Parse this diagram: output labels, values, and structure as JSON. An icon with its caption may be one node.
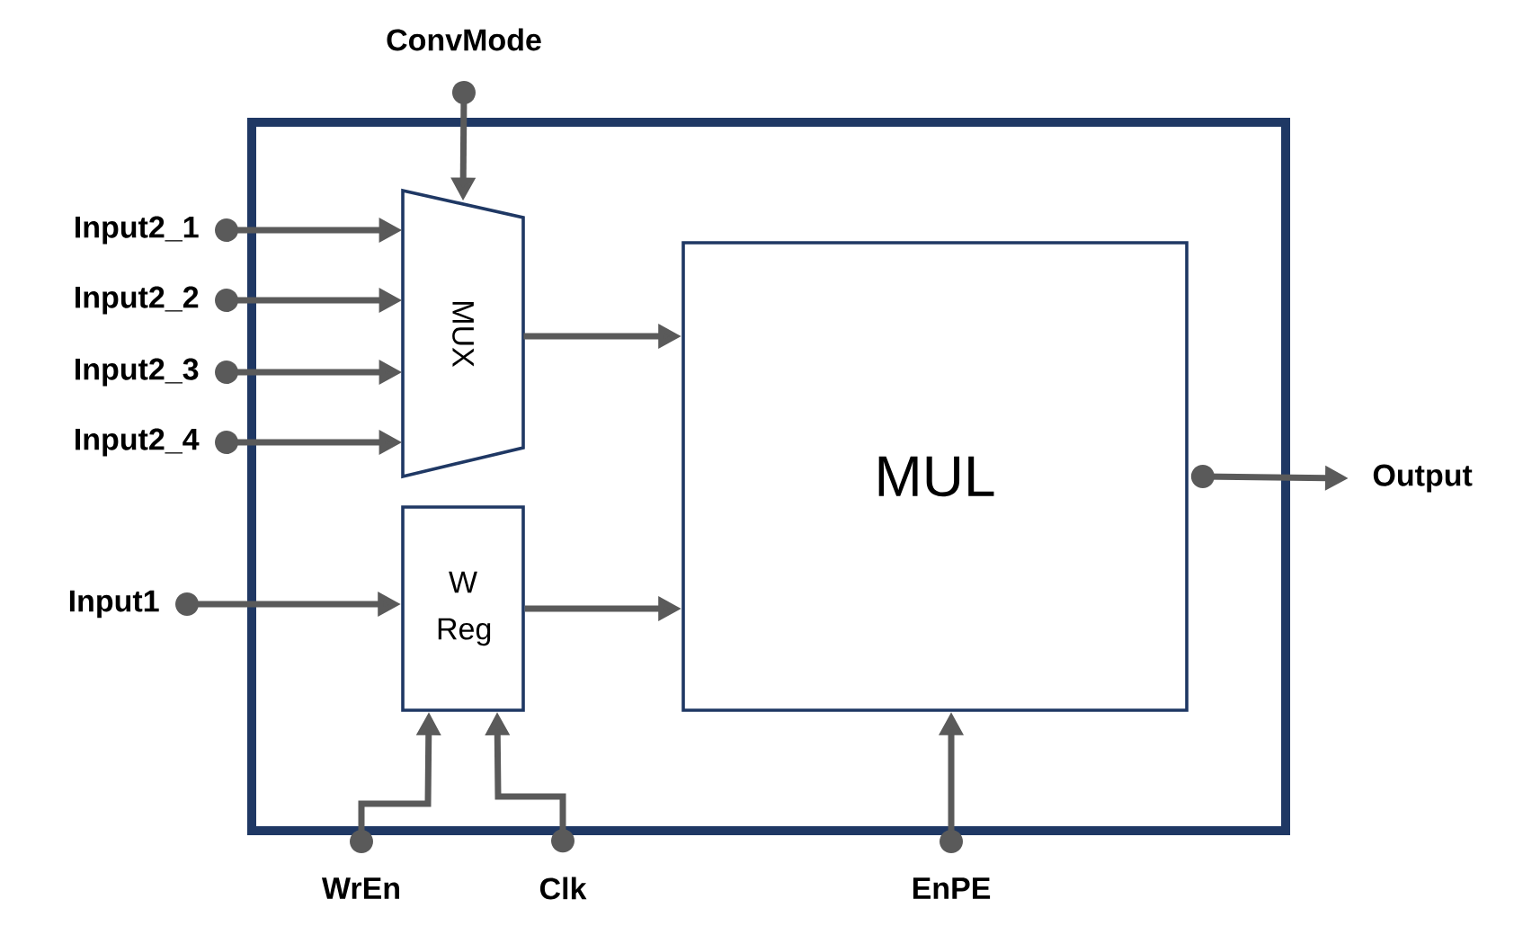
{
  "diagram": {
    "nodes": [
      {
        "text": [
          "ConvMode"
        ]
      },
      {
        "text": [],
        "shape": "box"
      },
      {
        "text": [
          "MUX"
        ],
        "in": 1
      },
      {
        "text": [
          "W Reg"
        ],
        "in": 1
      },
      {
        "text": [
          "MUL"
        ],
        "in": 1
      },
      {
        "text": [
          "Input2_1"
        ]
      },
      {
        "text": [
          "Input2_2"
        ]
      },
      {
        "text": [
          "Input2_3"
        ]
      },
      {
        "text": [
          "Input2_4"
        ]
      },
      {
        "text": [
          "Input1"
        ]
      },
      {
        "text": [
          "Output"
        ]
      },
      {
        "text": [
          "WrEn"
        ]
      },
      {
        "text": [
          "Clk"
        ]
      },
      {
        "text": [
          "EnPE"
        ]
      }
    ],
    "edges": [
      {
        "from": 0,
        "to": 2,
        "arrow": "to"
      },
      {
        "from": 5,
        "to": 2,
        "arrow": "to"
      },
      {
        "from": 6,
        "to": 2,
        "arrow": "to"
      },
      {
        "from": 7,
        "to": 2,
        "arrow": "to"
      },
      {
        "from": 8,
        "to": 2,
        "arrow": "to"
      },
      {
        "from": 9,
        "to": 3,
        "arrow": "to"
      },
      {
        "from": 2,
        "to": 4,
        "arrow": "to"
      },
      {
        "from": 3,
        "to": 4,
        "arrow": "to"
      },
      {
        "from": 4,
        "to": 10,
        "arrow": "to"
      },
      {
        "from": 11,
        "to": 3,
        "arrow": "to"
      },
      {
        "from": 12,
        "to": 3,
        "arrow": "to"
      },
      {
        "from": 13,
        "to": 4,
        "arrow": "to"
      }
    ]
  }
}
